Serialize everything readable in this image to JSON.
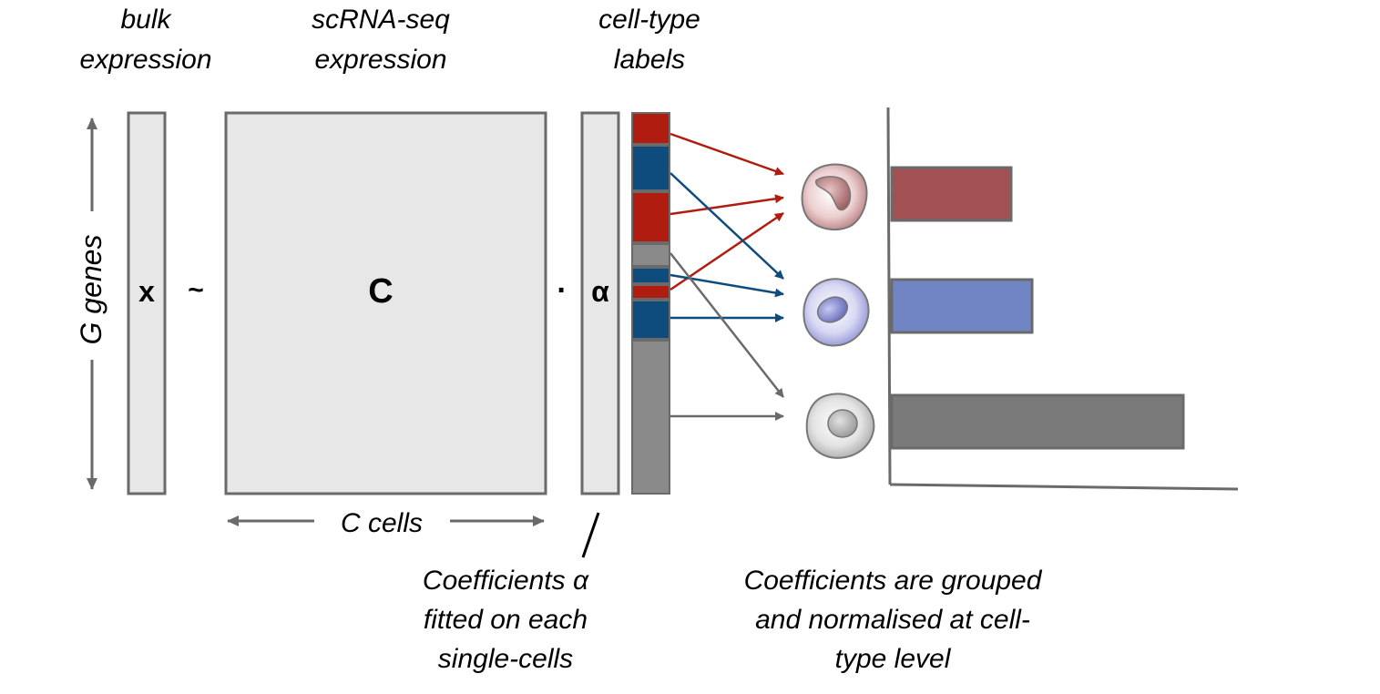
{
  "headers": {
    "bulk_line1": "bulk",
    "bulk_line2": "expression",
    "sc_line1": "scRNA-seq",
    "sc_line2": "expression",
    "labels_line1": "cell-type",
    "labels_line2": "labels"
  },
  "symbols": {
    "x": "x",
    "approx": "~",
    "C": "C",
    "dot": "·",
    "alpha": "α"
  },
  "axes": {
    "genes": "G genes",
    "cells": "C cells"
  },
  "captions": {
    "coef_line1": "Coefficients α",
    "coef_line2": "fitted on each",
    "coef_line3": "single-cells",
    "group_line1": "Coefficients are grouped",
    "group_line2": "and normalised at cell-",
    "group_line3": "type level"
  },
  "colors": {
    "red": "#b01c10",
    "blue": "#0f4c7e",
    "gray": "#8a8a8a",
    "bar_red": "#a35052",
    "bar_blue": "#7185c5",
    "bar_gray": "#7a7a7a",
    "panel_fill": "#e7e7e7",
    "panel_stroke": "#6a6a6a"
  },
  "label_strip": [
    "red",
    "blue",
    "red",
    "gray",
    "blue",
    "red",
    "blue",
    "gray"
  ],
  "bars": [
    {
      "type": "red",
      "value": 0.41
    },
    {
      "type": "blue",
      "value": 0.48
    },
    {
      "type": "gray",
      "value": 1.0
    }
  ]
}
